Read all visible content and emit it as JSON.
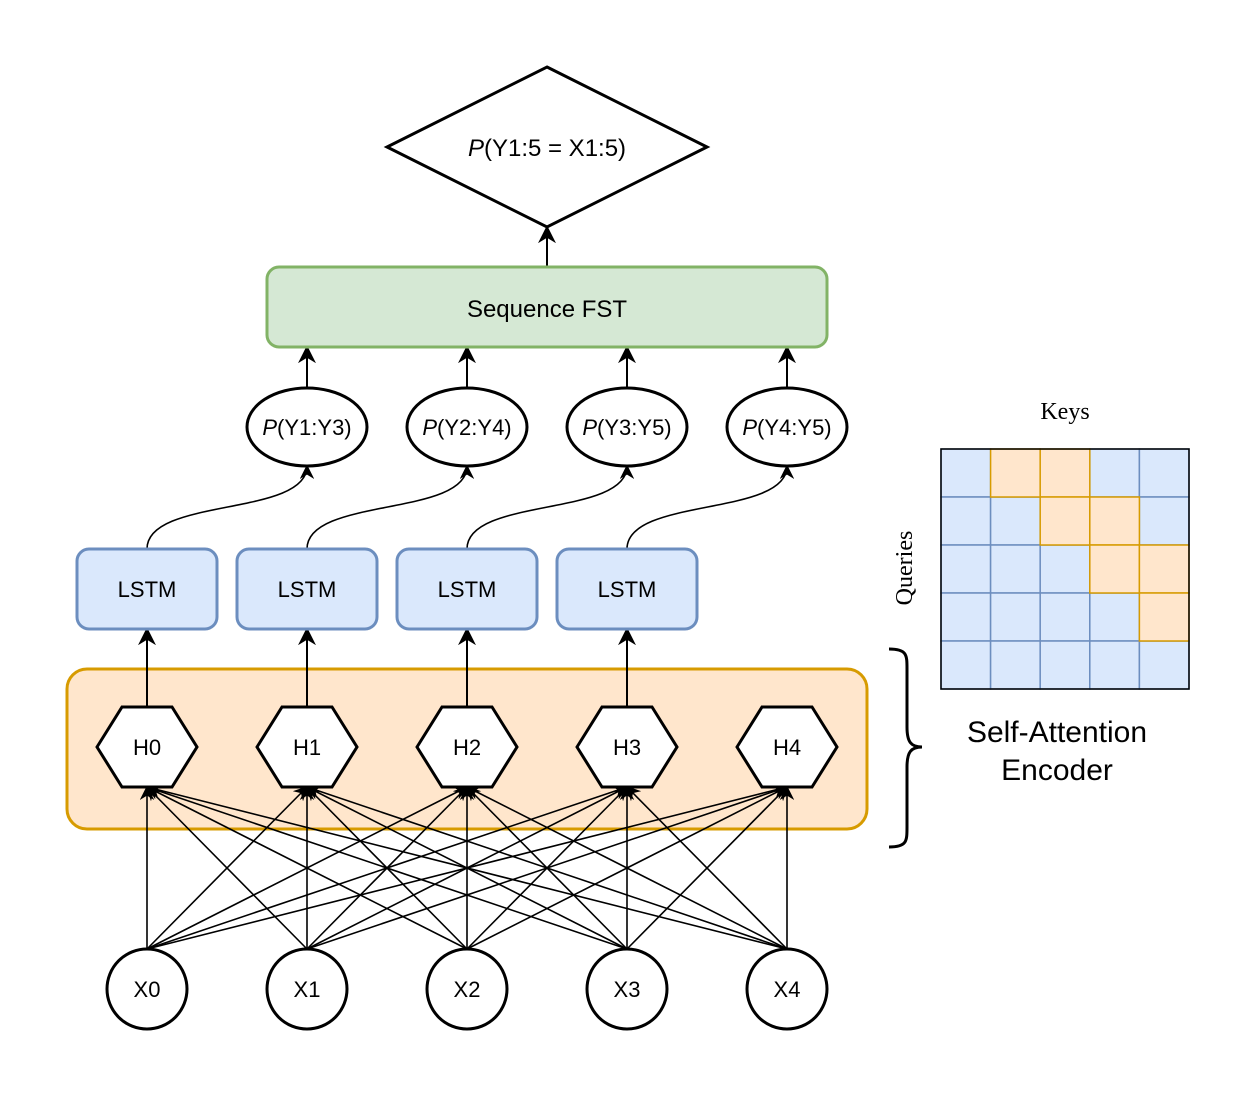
{
  "output_node": {
    "prefix": "P",
    "label": "(Y1:5 = X1:5)"
  },
  "fst": {
    "label": "Sequence FST"
  },
  "prob_nodes": [
    {
      "prefix": "P",
      "label": "(Y1:Y3)"
    },
    {
      "prefix": "P",
      "label": "(Y2:Y4)"
    },
    {
      "prefix": "P",
      "label": "(Y3:Y5)"
    },
    {
      "prefix": "P",
      "label": "(Y4:Y5)"
    }
  ],
  "lstm_nodes": [
    "LSTM",
    "LSTM",
    "LSTM",
    "LSTM"
  ],
  "hidden_nodes": [
    "H0",
    "H1",
    "H2",
    "H3",
    "H4"
  ],
  "input_nodes": [
    "X0",
    "X1",
    "X2",
    "X3",
    "X4"
  ],
  "encoder": {
    "line1": "Self-Attention",
    "line2": "Encoder"
  },
  "attention_matrix": {
    "keys_label": "Keys",
    "queries_label": "Queries",
    "rows": 5,
    "cols": 5,
    "highlighted": [
      [
        0,
        1
      ],
      [
        0,
        2
      ],
      [
        1,
        2
      ],
      [
        1,
        3
      ],
      [
        2,
        3
      ],
      [
        2,
        4
      ],
      [
        3,
        4
      ]
    ]
  },
  "colors": {
    "fst_fill": "#d5e8d4",
    "fst_stroke": "#82b366",
    "lstm_fill": "#dae8fc",
    "lstm_stroke": "#6c8ebf",
    "encoder_fill": "#ffe6cc",
    "encoder_stroke": "#d79b00",
    "cell_blue": "#dae8fc",
    "cell_orange": "#ffe6cc"
  }
}
